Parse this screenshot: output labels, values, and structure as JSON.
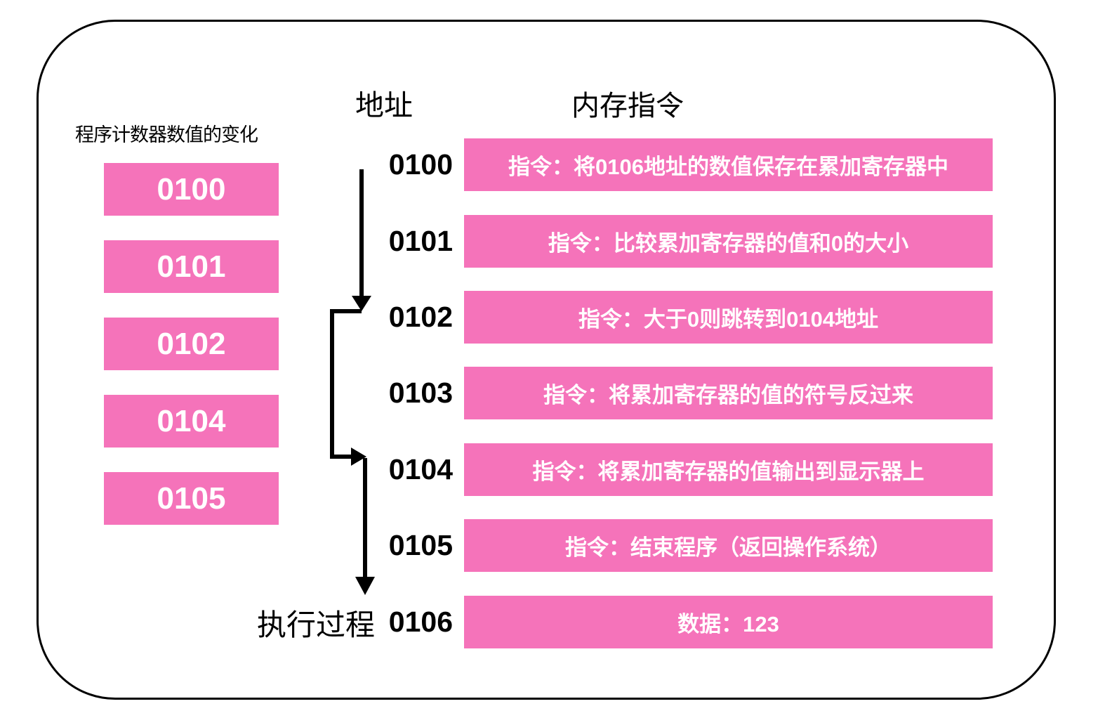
{
  "colors": {
    "pink": "#F573BA",
    "ink": "#000000",
    "background": "#FFFFFF",
    "box_text": "#FFFFFF"
  },
  "pc_panel": {
    "title": "程序计数器数值的变化",
    "values": [
      "0100",
      "0101",
      "0102",
      "0104",
      "0105"
    ]
  },
  "headers": {
    "address": "地址",
    "memory": "内存指令"
  },
  "execution_label": "执行过程",
  "rows": [
    {
      "address": "0100",
      "content": "指令：将0106地址的数值保存在累加寄存器中"
    },
    {
      "address": "0101",
      "content": "指令：比较累加寄存器的值和0的大小"
    },
    {
      "address": "0102",
      "content": "指令：大于0则跳转到0104地址"
    },
    {
      "address": "0103",
      "content": "指令：将累加寄存器的值的符号反过来"
    },
    {
      "address": "0104",
      "content": "指令：将累加寄存器的值输出到显示器上"
    },
    {
      "address": "0105",
      "content": "指令：结束程序（返回操作系统）"
    },
    {
      "address": "0106",
      "content": "数据：123"
    }
  ]
}
